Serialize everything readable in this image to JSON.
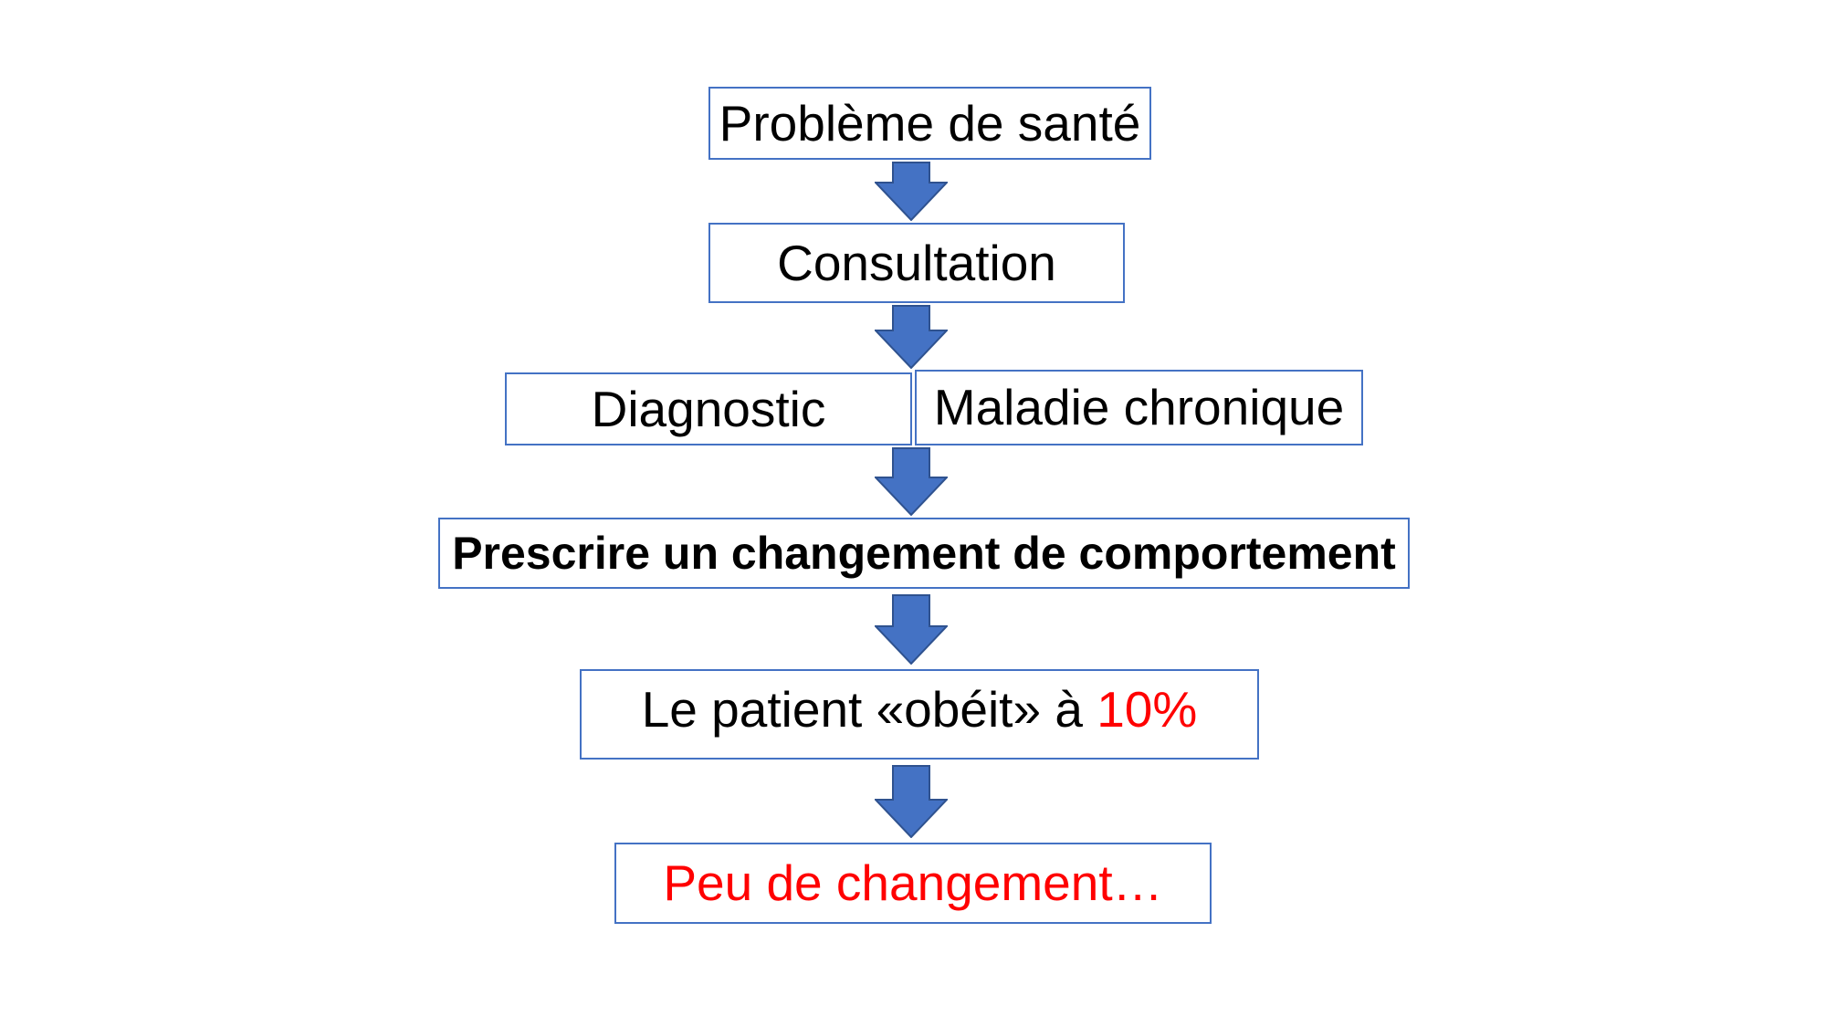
{
  "diagram": {
    "nodes": {
      "probleme": {
        "label": "Problème de santé"
      },
      "consultation": {
        "label": "Consultation"
      },
      "diagnostic": {
        "label": "Diagnostic"
      },
      "maladie": {
        "label": "Maladie chronique"
      },
      "prescrire": {
        "label": "Prescrire un changement de comportement"
      },
      "patient": {
        "label_black": "Le patient «obéit» à ",
        "label_red": "10%"
      },
      "peu": {
        "label": "Peu de changement…"
      }
    },
    "flow_order": [
      "Problème de santé",
      "Consultation",
      "Diagnostic | Maladie chronique",
      "Prescrire un changement de comportement",
      "Le patient «obéit» à 10%",
      "Peu de changement…"
    ],
    "colors": {
      "box_border": "#4472C4",
      "arrow_fill": "#4472C4",
      "arrow_outline": "#2F528F",
      "text": "#000000",
      "highlight_red": "#FF0000",
      "background": "#FFFFFF"
    },
    "arrow_glyph": "down-block-arrow"
  }
}
